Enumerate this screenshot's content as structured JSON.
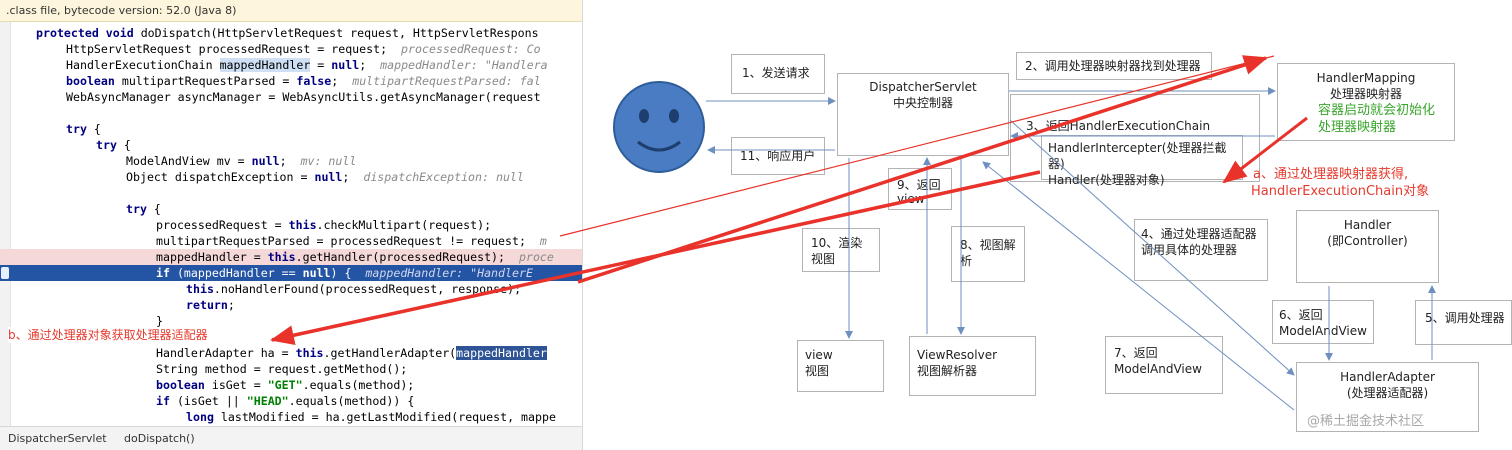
{
  "ide": {
    "header": ".class file, bytecode version: 52.0 (Java 8)",
    "breadcrumb": [
      "DispatcherServlet",
      "doDispatch()"
    ],
    "lines": [
      {
        "t": [
          [
            "k",
            "protected void "
          ],
          [
            "p",
            "doDispatch(HttpServletRequest request, HttpServletRespons"
          ]
        ],
        "i": 1
      },
      {
        "t": [
          [
            "p",
            "HttpServletRequest processedRequest = request;  "
          ],
          [
            "h",
            "processedRequest: Co"
          ]
        ],
        "i": 2
      },
      {
        "t": [
          [
            "p",
            "HandlerExecutionChain "
          ],
          [
            "v",
            "mappedHandler"
          ],
          [
            "p",
            " = "
          ],
          [
            "k",
            "null"
          ],
          [
            "p",
            ";  "
          ],
          [
            "hv",
            "mappedHandler: \"Handlera"
          ]
        ],
        "i": 2
      },
      {
        "t": [
          [
            "k",
            "boolean "
          ],
          [
            "p",
            "multipartRequestParsed = "
          ],
          [
            "k",
            "false"
          ],
          [
            "p",
            ";  "
          ],
          [
            "h",
            "multipartRequestParsed: fal"
          ]
        ],
        "i": 2
      },
      {
        "t": [
          [
            "p",
            "WebAsyncManager asyncManager = WebAsyncUtils.getAsyncManager(request"
          ]
        ],
        "i": 2
      },
      {
        "t": [],
        "i": 0
      },
      {
        "t": [
          [
            "k",
            "try "
          ],
          [
            "p",
            "{"
          ]
        ],
        "i": 2
      },
      {
        "t": [
          [
            "k",
            "try "
          ],
          [
            "p",
            "{"
          ]
        ],
        "i": 3
      },
      {
        "t": [
          [
            "p",
            "ModelAndView mv = "
          ],
          [
            "k",
            "null"
          ],
          [
            "p",
            ";  "
          ],
          [
            "h",
            "mv: null"
          ]
        ],
        "i": 4
      },
      {
        "t": [
          [
            "p",
            "Object dispatchException = "
          ],
          [
            "k",
            "null"
          ],
          [
            "p",
            ";  "
          ],
          [
            "h",
            "dispatchException: null"
          ]
        ],
        "i": 4
      },
      {
        "t": [],
        "i": 0
      },
      {
        "t": [
          [
            "k",
            "try "
          ],
          [
            "p",
            "{"
          ]
        ],
        "i": 4
      },
      {
        "t": [
          [
            "p",
            "processedRequest = "
          ],
          [
            "k",
            "this"
          ],
          [
            "p",
            ".checkMultipart(request);"
          ]
        ],
        "i": 5
      },
      {
        "t": [
          [
            "p",
            "multipartRequestParsed = processedRequest != request;  "
          ],
          [
            "h",
            "m"
          ]
        ],
        "i": 5
      },
      {
        "t": [
          [
            "p",
            "mappedHandler = "
          ],
          [
            "k",
            "this"
          ],
          [
            "p",
            ".getHandler(processedRequest);  "
          ],
          [
            "h",
            "proce"
          ]
        ],
        "i": 5,
        "cls": "exec"
      },
      {
        "t": [
          [
            "k",
            "if "
          ],
          [
            "p",
            "(mappedHandler == "
          ],
          [
            "k",
            "null"
          ],
          [
            "p",
            ") {  "
          ],
          [
            "h",
            "mappedHandler: \"HandlerE"
          ]
        ],
        "i": 5,
        "cls": "cur"
      },
      {
        "t": [
          [
            "k",
            "this"
          ],
          [
            "p",
            ".noHandlerFound(processedRequest, response);"
          ]
        ],
        "i": 6
      },
      {
        "t": [
          [
            "k",
            "return"
          ],
          [
            "p",
            ";"
          ]
        ],
        "i": 6
      },
      {
        "t": [
          [
            "p",
            "}"
          ]
        ],
        "i": 5
      },
      {
        "t": [],
        "i": 0
      },
      {
        "t": [
          [
            "p",
            "HandlerAdapter ha = "
          ],
          [
            "k",
            "this"
          ],
          [
            "p",
            ".getHandlerAdapter("
          ],
          [
            "s",
            "mappedHandler"
          ]
        ],
        "i": 5
      },
      {
        "t": [
          [
            "p",
            "String method = request.getMethod();"
          ]
        ],
        "i": 5
      },
      {
        "t": [
          [
            "k",
            "boolean "
          ],
          [
            "p",
            "isGet = "
          ],
          [
            "q",
            "\"GET\""
          ],
          [
            "p",
            ".equals(method);"
          ]
        ],
        "i": 5
      },
      {
        "t": [
          [
            "k",
            "if "
          ],
          [
            "p",
            "(isGet || "
          ],
          [
            "q",
            "\"HEAD\""
          ],
          [
            "p",
            ".equals(method)) {"
          ]
        ],
        "i": 5
      },
      {
        "t": [
          [
            "k",
            "long "
          ],
          [
            "p",
            "lastModified = ha.getLastModified(request, mappe"
          ]
        ],
        "i": 6
      }
    ],
    "annotation_b": "b、通过处理器对象获取处理器适配器"
  },
  "diagram": {
    "boxes": {
      "step1": "1、发送请求",
      "dispatcher": [
        "DispatcherServlet",
        "中央控制器"
      ],
      "step2": "2、调用处理器映射器找到处理器",
      "handler_mapping": [
        "HandlerMapping",
        "处理器映射器"
      ],
      "step3": "3、返回HandlerExecutionChain",
      "chain_detail": [
        "HandlerIntercepter(处理器拦截器)",
        "Handler(处理器对象)"
      ],
      "step11": "11、响应用户",
      "step9": [
        "9、返回",
        "view"
      ],
      "step10": [
        "10、渲染",
        "视图"
      ],
      "step8": [
        "8、视图解",
        "析"
      ],
      "step4": [
        "4、通过处理器适配器",
        "调用具体的处理器"
      ],
      "handler": [
        "Handler",
        "(即Controller)"
      ],
      "step6": [
        "6、返回",
        "ModelAndView"
      ],
      "step5": "5、调用处理器",
      "view": [
        "view",
        "视图"
      ],
      "view_resolver": [
        "ViewResolver",
        "视图解析器"
      ],
      "step7": [
        "7、返回",
        "ModelAndView"
      ],
      "handler_adapter": [
        "HandlerAdapter",
        "(处理器适配器)"
      ]
    },
    "note_green": [
      "容器启动就会初始化",
      "处理器映射器"
    ],
    "note_red": [
      "a、通过处理器映射器获得,",
      "HandlerExecutionChain对象"
    ],
    "watermark": "@稀土掘金技术社区",
    "colors": {
      "arrow_red": "#e8322a",
      "arrow_blue": "#6f8fbf",
      "smiley_fill": "#4a7cc4",
      "green": "#3aa52c",
      "current_line": "#2454a4",
      "exec_line": "#f5d9d9"
    }
  }
}
